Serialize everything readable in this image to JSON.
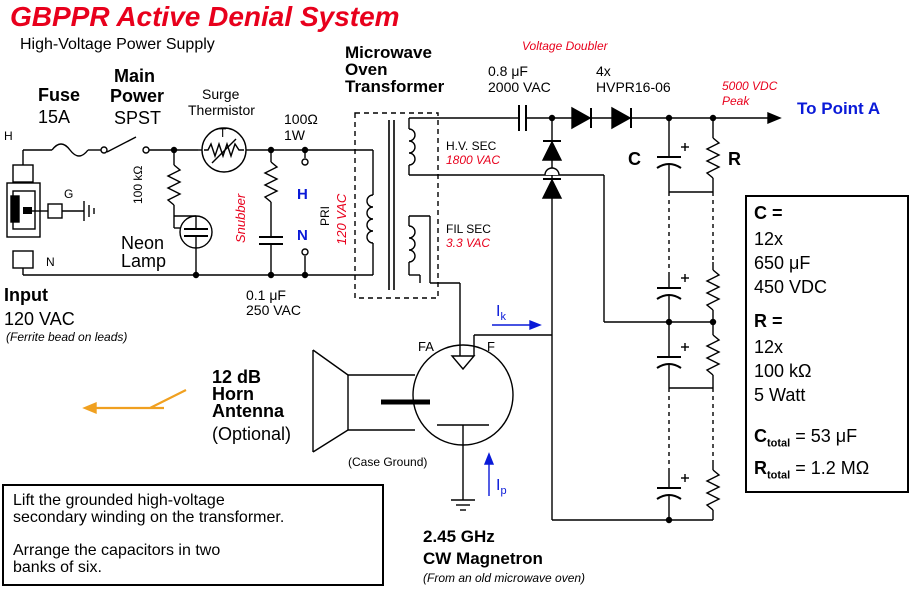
{
  "title": "GBPPR Active Denial System",
  "subtitle": "High-Voltage Power Supply",
  "labels": {
    "fuse_title": "Fuse",
    "fuse_value": "15A",
    "main_power_1": "Main",
    "main_power_2": "Power",
    "main_power_type": "SPST",
    "surge_1": "Surge",
    "surge_2": "Thermistor",
    "thermistor_letter": "T",
    "resistor_value": "100Ω",
    "resistor_power": "1W",
    "microwave_1": "Microwave",
    "microwave_2": "Oven",
    "microwave_3": "Transformer",
    "voltage_doubler": "Voltage Doubler",
    "cap_value": "0.8 μF",
    "cap_voltage": "2000 VAC",
    "diode_count": "4x",
    "diode_part": "HVPR16-06",
    "output_voltage": "5000 VDC",
    "output_peak": "Peak",
    "to_point_a": "To Point A",
    "h_left": "H",
    "g_label": "G",
    "n_left": "N",
    "res_100k": "100 kΩ",
    "neon_1": "Neon",
    "neon_2": "Lamp",
    "snubber": "Snubber",
    "h_node": "H",
    "n_node": "N",
    "pri": "PRI",
    "pri_voltage": "120 VAC",
    "hv_sec": "H.V. SEC",
    "hv_sec_voltage": "1800 VAC",
    "fil_sec": "FIL SEC",
    "fil_sec_voltage": "3.3 VAC",
    "c_label": "C",
    "r_label": "R",
    "input_title": "Input",
    "input_value": "120 VAC",
    "input_note": "(Ferrite bead on leads)",
    "snub_cap_value": "0.1 μF",
    "snub_cap_voltage": "250 VAC",
    "fa": "FA",
    "f": "F",
    "ik_main": "I",
    "ik_sub": "k",
    "ip_main": "I",
    "ip_sub": "p",
    "horn_1": "12 dB",
    "horn_2": "Horn",
    "horn_3": "Antenna",
    "horn_4": "(Optional)",
    "case_ground": "(Case Ground)",
    "magnetron_1": "2.45 GHz",
    "magnetron_2": "CW Magnetron",
    "magnetron_note": "(From an old microwave oven)",
    "cap_plus": "+"
  },
  "specs": {
    "c_header": "C =",
    "c_count": "12x",
    "c_value": "650 μF",
    "c_voltage": "450 VDC",
    "r_header": "R =",
    "r_count": "12x",
    "r_value": "100 kΩ",
    "r_power": "5 Watt",
    "ctotal_main": "C",
    "ctotal_sub": "total",
    "ctotal_value": " = 53 μF",
    "rtotal_main": "R",
    "rtotal_sub": "total",
    "rtotal_value": " = 1.2 MΩ"
  },
  "notes": {
    "line1": "Lift the grounded high-voltage",
    "line2": "secondary winding on the transformer.",
    "line3": "Arrange the capacitors in two",
    "line4": "banks of six."
  },
  "colors": {
    "title": "#e8001c",
    "annotation_red": "#e8001c",
    "annotation_blue": "#0a1ad8",
    "antenna_arrow": "#f0a020",
    "wire": "#000000"
  }
}
